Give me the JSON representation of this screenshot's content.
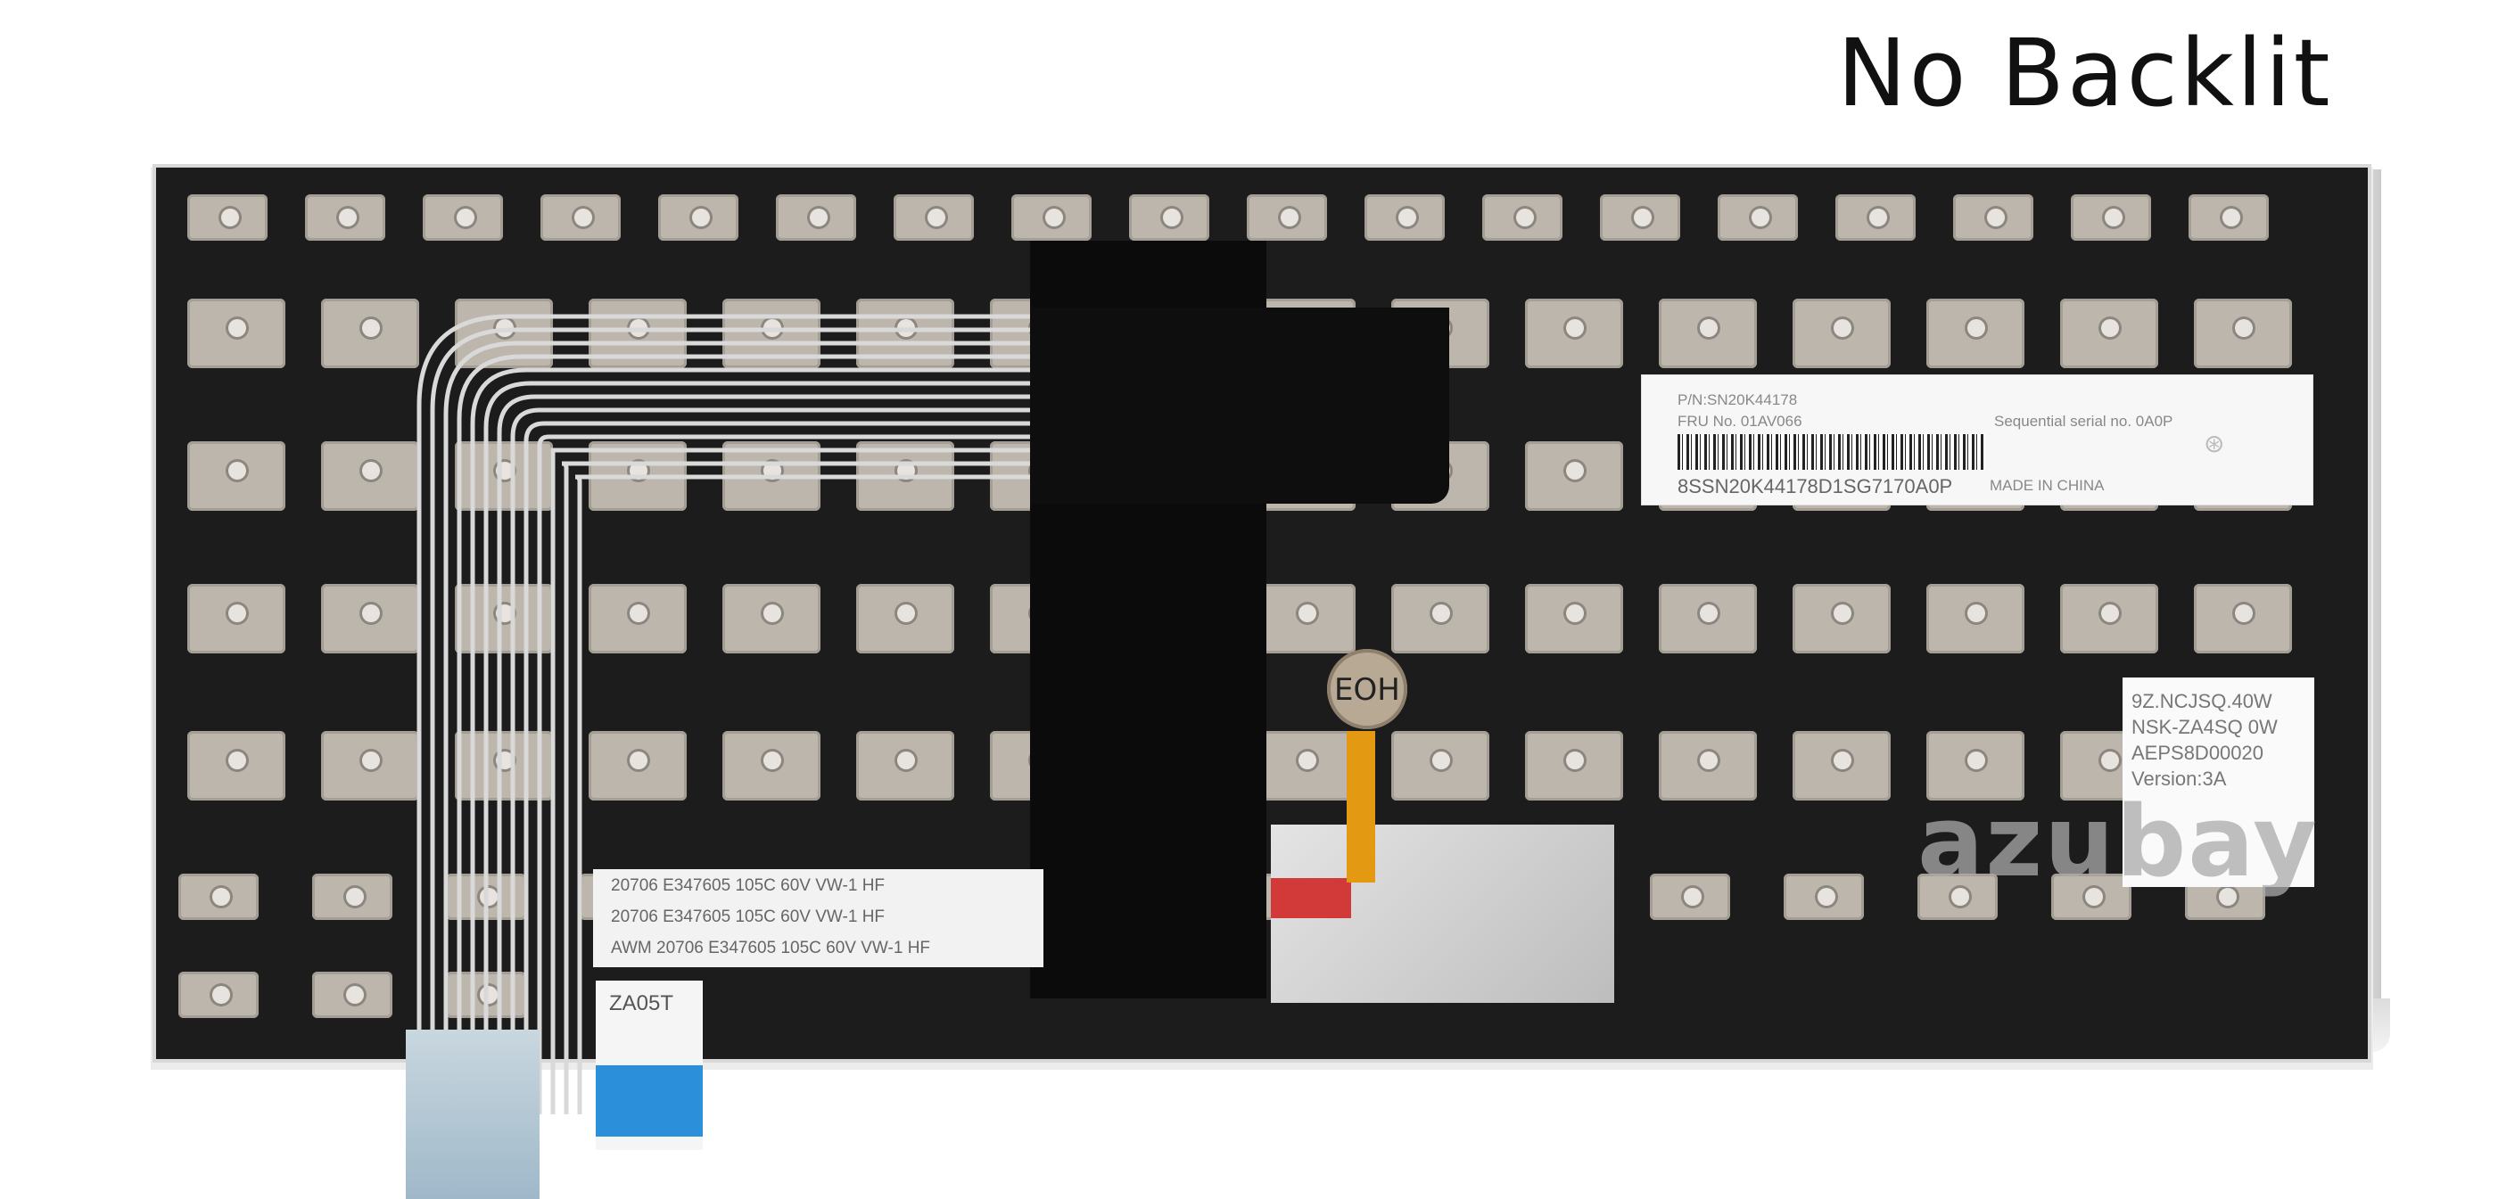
{
  "title": "No Backlit",
  "label": {
    "pn": "P/N:SN20K44178",
    "fru": "FRU No. 01AV066",
    "sequential": "Sequential serial no. 0A0P",
    "serial": "8SSN20K44178D1SG7170A0P",
    "made_in": "MADE IN CHINA"
  },
  "sticker": {
    "line1": "9Z.NCJSQ.40W",
    "line2": "NSK-ZA4SQ 0W",
    "line3": "AEPS8D00020",
    "line4": "Version:3A"
  },
  "ribbon": {
    "line1": "20706  E347605  105C  60V  VW-1  HF",
    "line2": "20706  E347605  105C  60V  VW-1  HF",
    "line3": "AWM  20706  E347605  105C  60V  VW-1  HF"
  },
  "connector_code": "ZA05T",
  "trackpoint_code": "EOH",
  "watermark": "azubay"
}
